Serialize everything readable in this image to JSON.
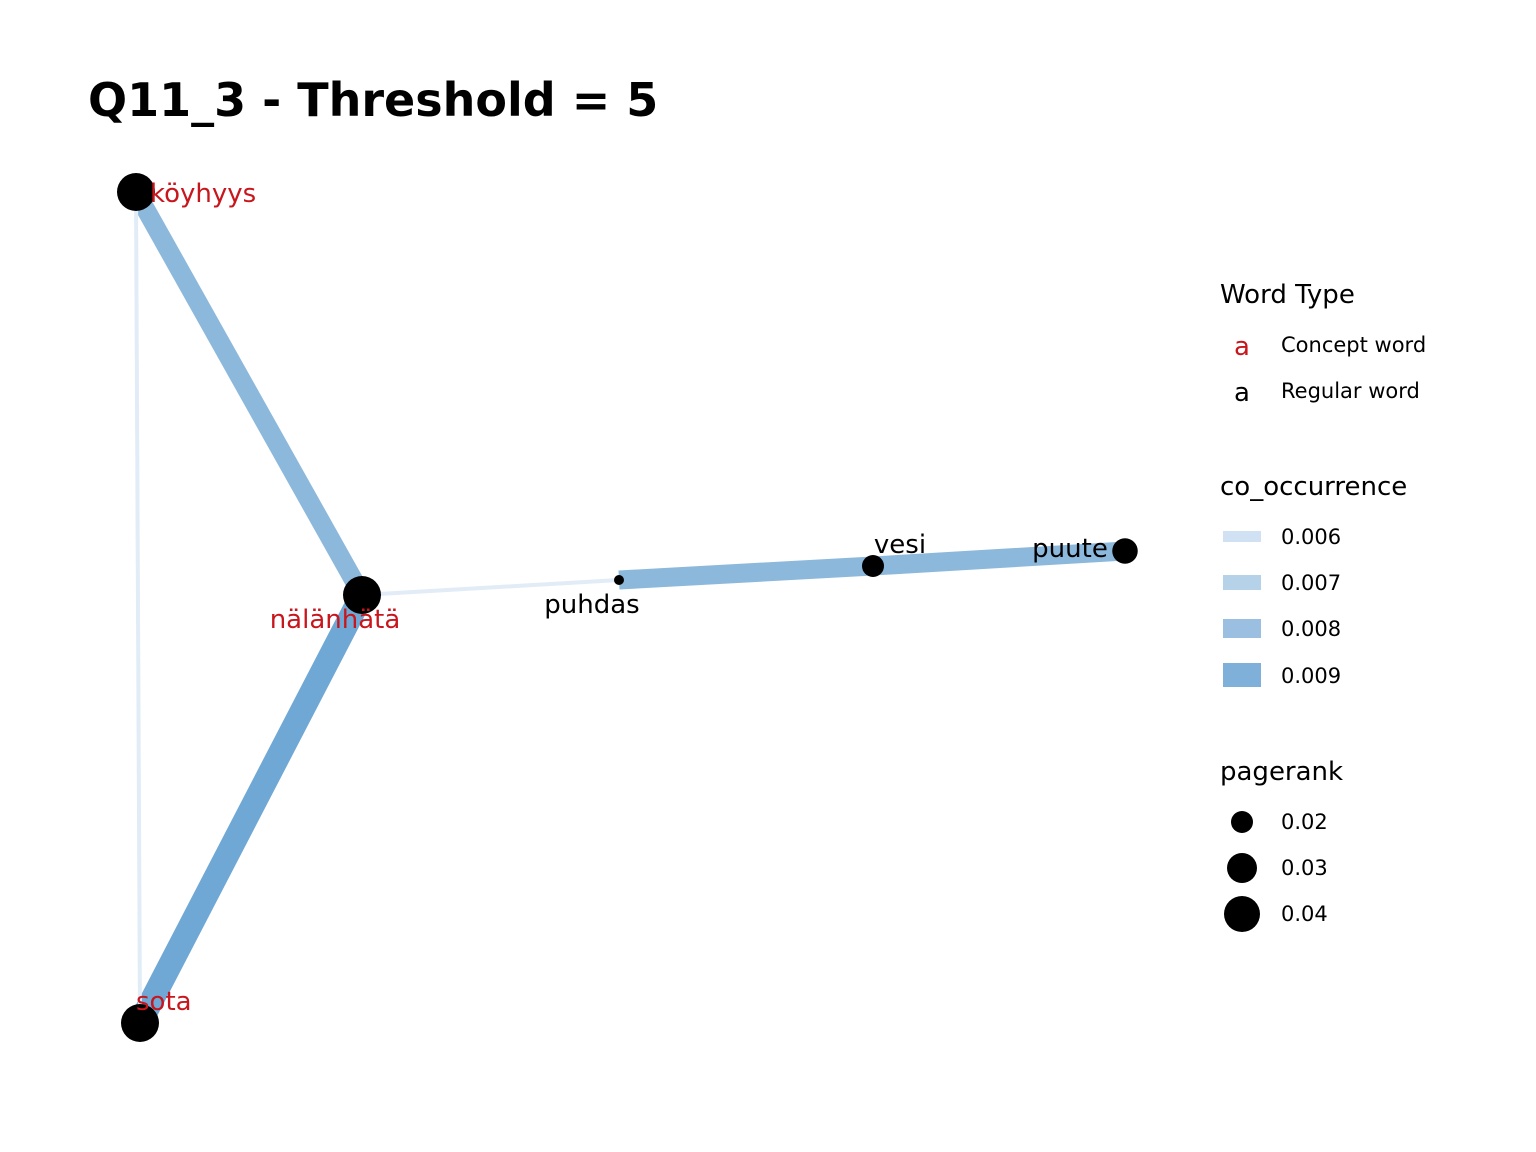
{
  "title": "Q11_3 - Threshold = 5",
  "colors": {
    "concept": "#c8161d",
    "regular": "#000000",
    "edge_0_006": "#cfe1f2",
    "edge_0_007": "#b5d2e9",
    "edge_0_008": "#9bbfe0",
    "edge_0_009": "#7fb0d9"
  },
  "nodes": [
    {
      "id": "koyhyys",
      "label": "köyhyys",
      "type": "concept",
      "pagerank": 0.04
    },
    {
      "id": "nalanhata",
      "label": "nälänhätä",
      "type": "concept",
      "pagerank": 0.04
    },
    {
      "id": "sota",
      "label": "sota",
      "type": "concept",
      "pagerank": 0.04
    },
    {
      "id": "puhdas",
      "label": "puhdas",
      "type": "regular",
      "pagerank": 0.01
    },
    {
      "id": "vesi",
      "label": "vesi",
      "type": "regular",
      "pagerank": 0.02
    },
    {
      "id": "puute",
      "label": "puute",
      "type": "regular",
      "pagerank": 0.025
    }
  ],
  "edges": [
    {
      "from": "koyhyys",
      "to": "nalanhata",
      "co_occurrence": 0.0085
    },
    {
      "from": "nalanhata",
      "to": "sota",
      "co_occurrence": 0.0095
    },
    {
      "from": "koyhyys",
      "to": "sota",
      "co_occurrence": 0.0055
    },
    {
      "from": "nalanhata",
      "to": "puhdas",
      "co_occurrence": 0.0055
    },
    {
      "from": "puhdas",
      "to": "vesi",
      "co_occurrence": 0.0085
    },
    {
      "from": "vesi",
      "to": "puute",
      "co_occurrence": 0.0085
    }
  ],
  "legend": {
    "word_type": {
      "title": "Word Type",
      "key_glyph": "a",
      "items": [
        {
          "label": "Concept word",
          "type": "concept"
        },
        {
          "label": "Regular word",
          "type": "regular"
        }
      ]
    },
    "co_occurrence": {
      "title": "co_occurrence",
      "items": [
        {
          "label": "0.006",
          "color": "#cfe1f2",
          "value": 0.006
        },
        {
          "label": "0.007",
          "color": "#b5d2e9",
          "value": 0.007
        },
        {
          "label": "0.008",
          "color": "#9bbfe0",
          "value": 0.008
        },
        {
          "label": "0.009",
          "color": "#7fb0d9",
          "value": 0.009
        }
      ]
    },
    "pagerank": {
      "title": "pagerank",
      "items": [
        {
          "label": "0.02",
          "value": 0.02
        },
        {
          "label": "0.03",
          "value": 0.03
        },
        {
          "label": "0.04",
          "value": 0.04
        }
      ]
    }
  }
}
